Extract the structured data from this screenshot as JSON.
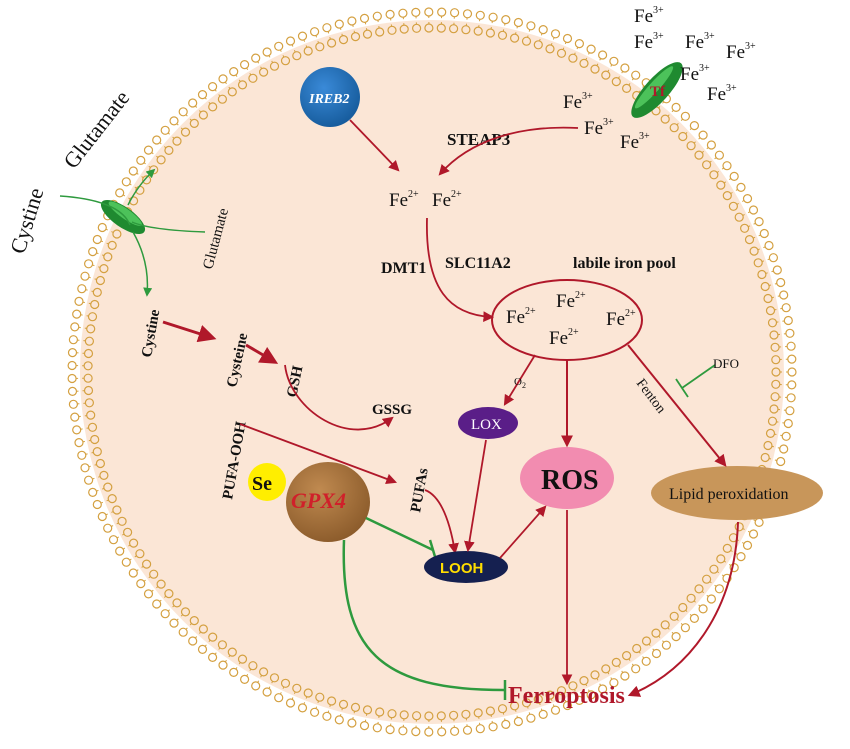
{
  "colors": {
    "cell_fill": "#fbe6d6",
    "membrane": "#d4a040",
    "arrow_red": "#b0182a",
    "arrow_green": "#2e9a3e",
    "transporter": "#2a9a3a",
    "ireb2": "#1a6fbf",
    "gpx4": "#a8703a",
    "se": "#ffee00",
    "lox": "#5a1e88",
    "looh": "#152050",
    "ros": "#f28cb0",
    "lipid": "#c8965a",
    "ferroptosis": "#b0182a"
  },
  "labels": {
    "cystine_out": "Cystine",
    "glutamate_out": "Glutamate",
    "glutamate_in": "Glutamate",
    "cystine_in": "Cystine",
    "cysteine": "Cysteine",
    "gsh": "GSH",
    "gssg": "GSSG",
    "pufa_ooh": "PUFA-OOH",
    "pufas": "PUFAs",
    "se": "Se",
    "gpx4": "GPX4",
    "looh": "LOOH",
    "lox": "LOX",
    "o2": "O",
    "o2_sub": "2",
    "ros": "ROS",
    "lipid_peroxidation": "Lipid peroxidation",
    "fenton": "Fenton",
    "dfo": "DFO",
    "ferroptosis": "Ferroptosis",
    "ireb2": "IREB2",
    "tf": "Tf",
    "steap3": "STEAP3",
    "dmt1": "DMT1",
    "slc11a2": "SLC11A2",
    "labile_iron_pool": "labile iron pool",
    "fe": "Fe",
    "fe3_sup": "3+",
    "fe2_sup": "2+"
  }
}
